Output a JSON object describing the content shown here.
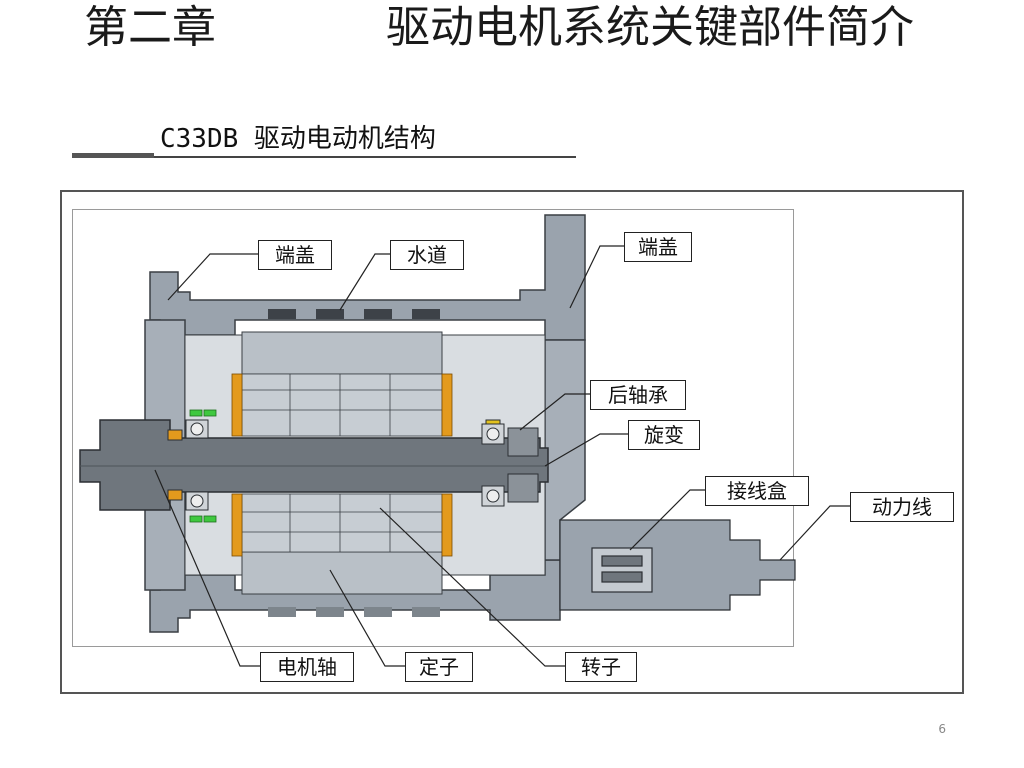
{
  "slide": {
    "chapter": "第二章",
    "title_main": "驱动电机系统关键部件简介",
    "subtitle": "C33DB 驱动电动机结构",
    "page_number": "6"
  },
  "labels": {
    "end_cover_left": "端盖",
    "water_channel": "水道",
    "end_cover_right": "端盖",
    "rear_bearing": "后轴承",
    "resolver": "旋变",
    "junction_box": "接线盒",
    "power_cable": "动力线",
    "motor_shaft": "电机轴",
    "stator": "定子",
    "rotor": "转子"
  },
  "colors": {
    "housing": "#9aa3ad",
    "stator": "#b9c0c7",
    "shaft": "#6f767d",
    "winding": "#e39a1d",
    "seal": "#3fc83f"
  }
}
